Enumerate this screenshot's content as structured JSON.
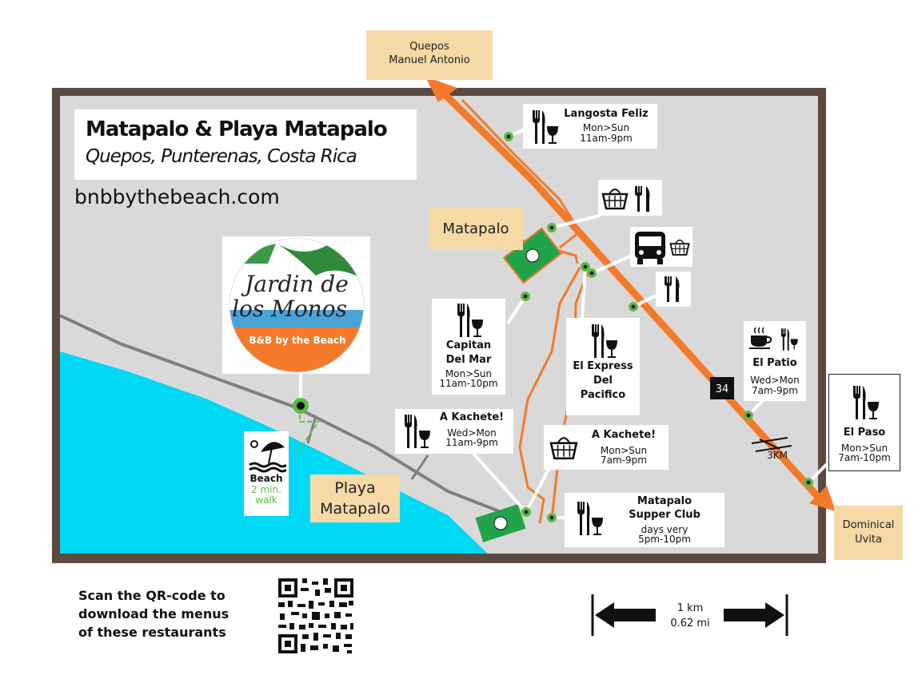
{
  "title": {
    "main": "Matapalo & Playa Matapalo",
    "sub": "Quepos, Punterenas, Costa Rica",
    "website": "bnbbythebeach.com"
  },
  "logo": {
    "line1": "Jardin de",
    "line2": "los Monos",
    "tagline": "B&B by the Beach"
  },
  "places": {
    "quepos": {
      "line1": "Quepos",
      "line2": "Manuel Antonio"
    },
    "matapalo": "Matapalo",
    "playa": {
      "line1": "Playa",
      "line2": "Matapalo"
    },
    "dominical": {
      "line1": "Dominical",
      "line2": "Uvita"
    }
  },
  "beach": {
    "label": "Beach",
    "walk1": "2 min.",
    "walk2": "walk"
  },
  "restaurants": {
    "langosta": {
      "name": "Langosta Feliz",
      "days": "Mon>Sun",
      "hours": "11am-9pm"
    },
    "capitan": {
      "name1": "Capitan",
      "name2": "Del Mar",
      "days": "Mon>Sun",
      "hours": "11am-10pm"
    },
    "express": {
      "name1": "El Express",
      "name2": "Del",
      "name3": "Pacifico"
    },
    "kachete1": {
      "name": "A Kachete!",
      "days": "Wed>Mon",
      "hours": "11am-9pm"
    },
    "kachete2": {
      "name": "A Kachete!",
      "days": "Mon>Sun",
      "hours": "7am-9pm"
    },
    "supper": {
      "name1": "Matapalo",
      "name2": "Supper Club",
      "days": "days very",
      "hours": "5pm-10pm"
    },
    "patio": {
      "name": "El Patio",
      "days": "Wed>Mon",
      "hours": "7am-9pm"
    },
    "paso": {
      "name": "El Paso",
      "days": "Mon>Sun",
      "hours": "7am-10pm"
    }
  },
  "road": {
    "number": "34",
    "distance": "3KM"
  },
  "qr": {
    "line1": "Scan the QR-code to",
    "line2": "download the menus",
    "line3": "of these restaurants"
  },
  "scale": {
    "km": "1 km",
    "mi": "0.62 mi"
  },
  "colors": {
    "frame": "#5a4a42",
    "land": "#d9d9d9",
    "sea": "#00d9f5",
    "road": "#f47a2a",
    "marker": "#5fba46",
    "tan": "#f5d9a6",
    "field": "#22a34a"
  }
}
